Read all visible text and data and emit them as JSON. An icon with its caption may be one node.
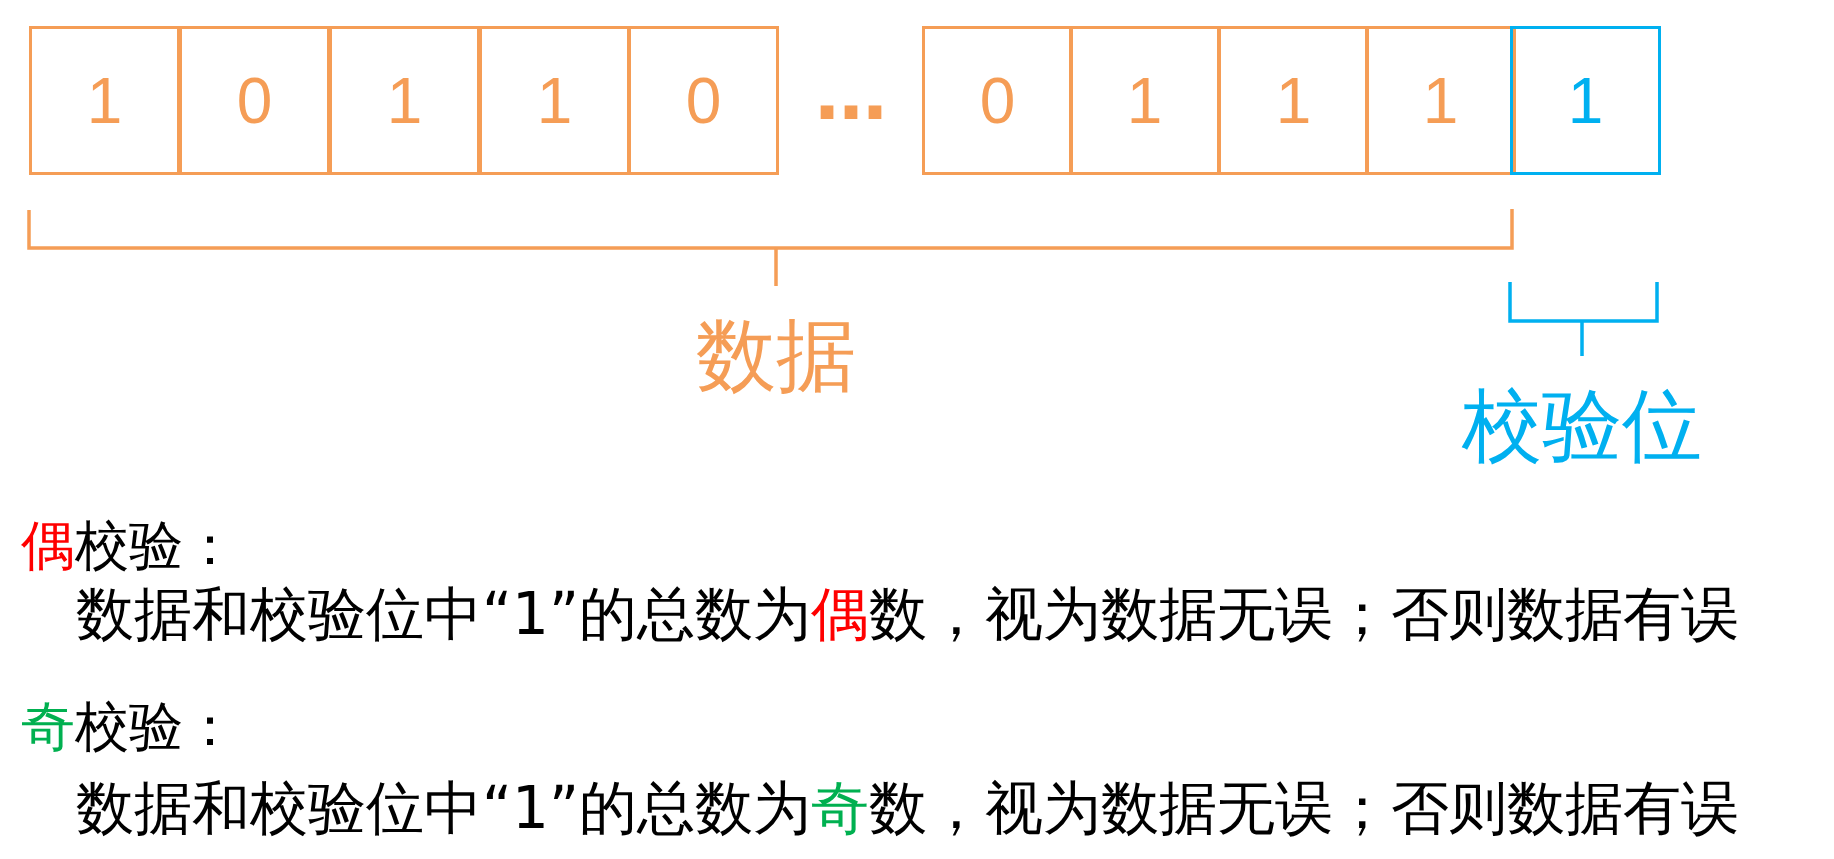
{
  "diagram": {
    "nodes": [
      {
        "text": [
          "1"
        ]
      },
      {
        "text": [
          "0"
        ]
      },
      {
        "text": [
          "1"
        ]
      },
      {
        "text": [
          "1"
        ]
      },
      {
        "text": [
          "0"
        ]
      },
      {
        "text": [
          "0"
        ]
      },
      {
        "text": [
          "1"
        ]
      },
      {
        "text": [
          "1"
        ]
      },
      {
        "text": [
          "1"
        ]
      },
      {
        "text": [
          "1"
        ]
      }
    ],
    "labels": [
      "…",
      "数据",
      "校验位",
      "**偶**校验：",
      "数据和校验位中“1”的总数为**偶**数，视为数据无误；否则数据有误",
      "**奇**校验：",
      "数据和校验位中“1”的总数为**奇**数，视为数据无误；否则数据有误"
    ]
  }
}
